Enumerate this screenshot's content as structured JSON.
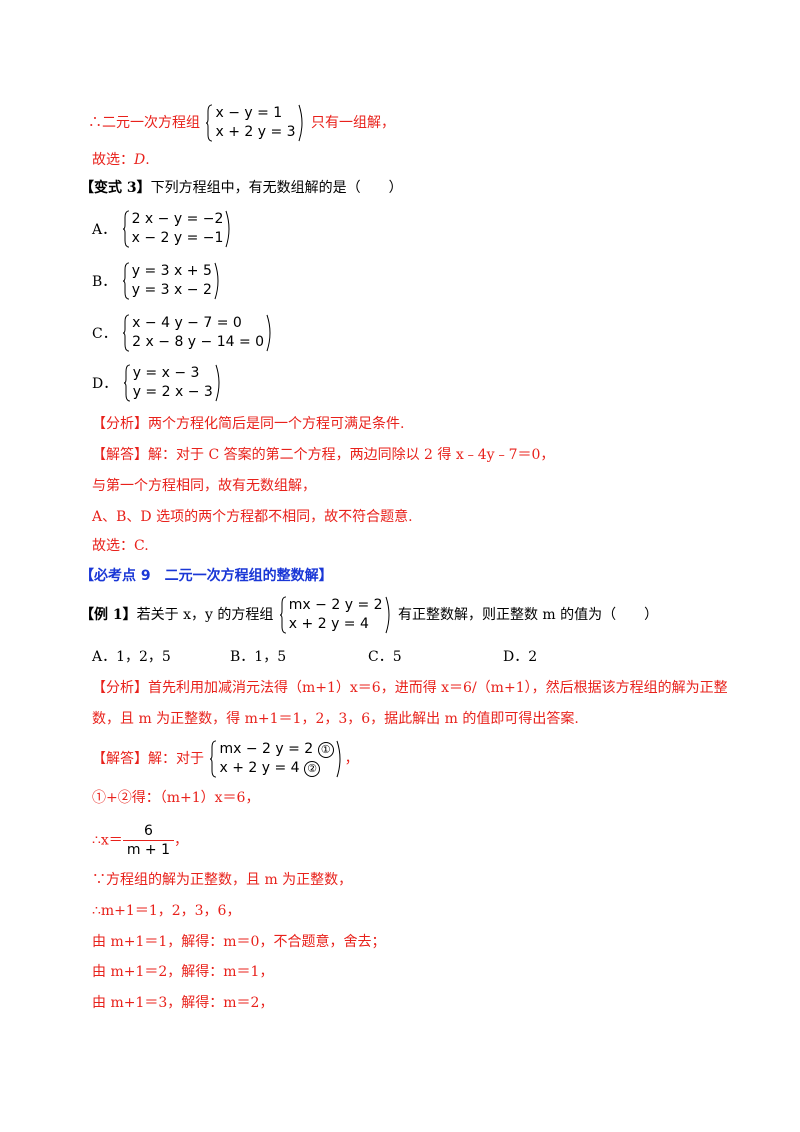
{
  "colors": {
    "answer": "#e8211b",
    "heading": "#1a37d6"
  },
  "block1": {
    "prefix": "∴二元一次方程组",
    "eq1": "x − y = 1",
    "eq2": "x + 2 y = 3",
    "suffix": "只有一组解，",
    "choose": "故选：",
    "choose_val": "D",
    "choose_end": "."
  },
  "variant3": {
    "tag": "【变式 3】",
    "question": "下列方程组中，有无数组解的是（　　）",
    "options": [
      {
        "label": "A．",
        "eq1": "2 x − y = −2",
        "eq2": "x − 2 y = −1"
      },
      {
        "label": "B．",
        "eq1": "y = 3 x + 5",
        "eq2": "y = 3 x − 2"
      },
      {
        "label": "C．",
        "eq1": "x − 4 y − 7 = 0",
        "eq2": "2 x − 8 y − 14 = 0"
      },
      {
        "label": "D．",
        "eq1": "y = x − 3",
        "eq2": "y = 2 x − 3"
      }
    ],
    "analysis_tag": "【分析】",
    "analysis": "两个方程化简后是同一个方程可满足条件.",
    "answer_tag": "【解答】",
    "answer1": "解：对于 C 答案的第二个方程，两边同除以 2 得 x﹣4y﹣7＝0，",
    "answer2": "与第一个方程相同，故有无数组解，",
    "answer3": "A、B、D 选项的两个方程都不相同，故不符合题意.",
    "answer4": "故选：C."
  },
  "section9": {
    "title": "【必考点 9　二元一次方程组的整数解】"
  },
  "example1": {
    "tag": "【例 1】",
    "q_prefix": "若关于 x，y 的方程组",
    "eq1": "mx − 2 y = 2",
    "eq2": "x + 2 y = 4",
    "q_suffix": "有正整数解，则正整数 m 的值为（　　）",
    "options": [
      "A．1，2，5",
      "B．1，5",
      "C．5",
      "D．2"
    ],
    "analysis_tag": "【分析】",
    "analysis1": "首先利用加减消元法得（m+1）x＝6，进而得 x＝6/（m+1），然后根据该方程组的解为正整",
    "analysis2": "数，且 m 为正整数，得 m+1＝1，2，3，6，据此解出 m 的值即可得出答案.",
    "answer_tag": "【解答】",
    "answer_prefix": "解：对于",
    "a_eq1": "mx − 2 y = 2",
    "a_eq2": "x + 2 y = 4",
    "mark1": "①",
    "mark2": "②",
    "answer_suffix": "，",
    "step1": "①+②得：（m+1）x＝6，",
    "step2_prefix": "∴x＝",
    "frac_num": "6",
    "frac_den": "m + 1",
    "step2_suffix": "，",
    "step3": "∵方程组的解为正整数，且 m 为正整数，",
    "step4": "∴m+1＝1，2，3，6，",
    "step5": "由 m+1＝1，解得：m＝0，不合题意，舍去；",
    "step6": "由 m+1＝2，解得：m＝1，",
    "step7": "由 m+1＝3，解得：m＝2，"
  }
}
